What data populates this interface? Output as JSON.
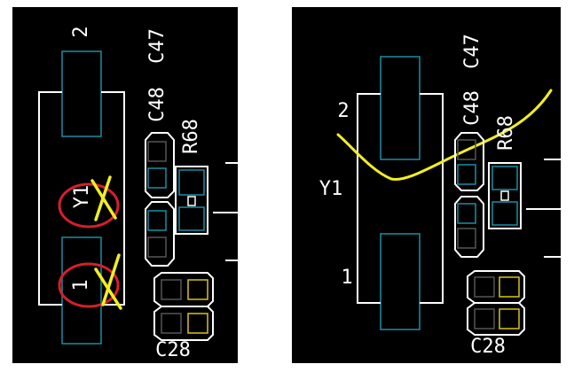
{
  "colors": {
    "background": "#000000",
    "silkscreen": "#ffffff",
    "copper_pad": "#1b8ea6",
    "yellow_pad": "#d8c21a",
    "annotation_yellow": "#f2ee22",
    "annotation_red": "#d4202a"
  },
  "left_view": {
    "crystal_pin_top": "2",
    "crystal_designator": "Y1",
    "crystal_pin_bottom": "1",
    "cap_c47": "C47",
    "cap_c48": "C48",
    "resistor": "R68",
    "cap_c28": "C28"
  },
  "right_view": {
    "crystal_pin_top": "2",
    "crystal_designator": "Y1",
    "crystal_pin_bottom": "1",
    "cap_c47": "C47",
    "cap_c48": "C48",
    "resistor": "R68",
    "cap_c28": "C28"
  }
}
